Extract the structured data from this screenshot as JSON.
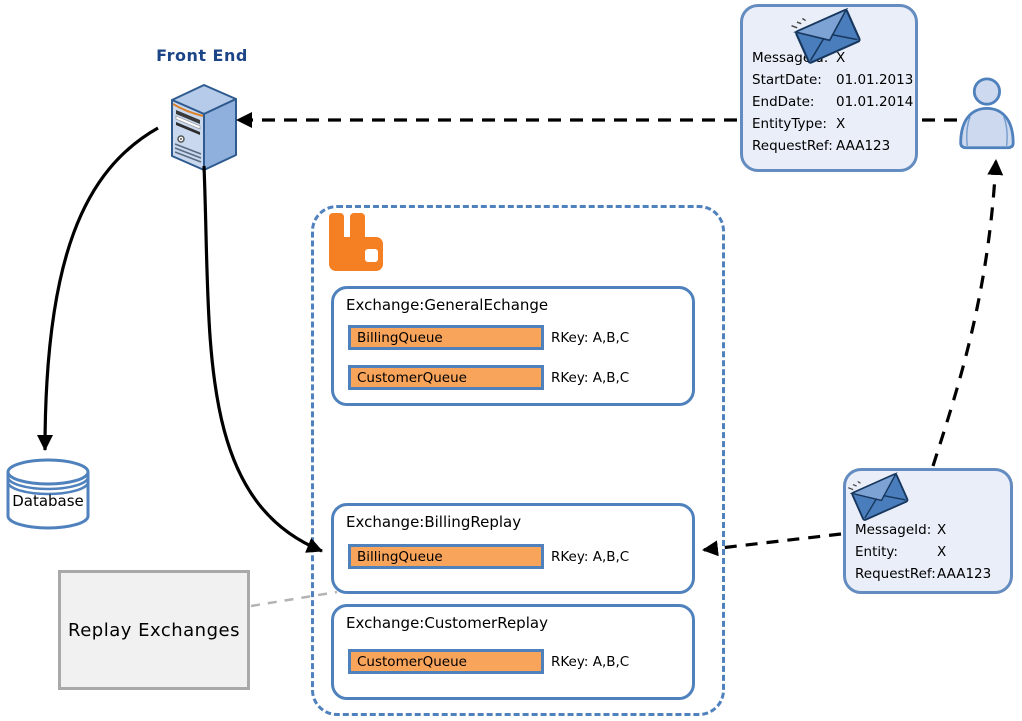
{
  "front_end": {
    "label": "Front End"
  },
  "database": {
    "label": "Database"
  },
  "replay_note": {
    "label": "Replay Exchanges"
  },
  "request_message": {
    "fields": [
      {
        "key": "MessageId:",
        "value": "X"
      },
      {
        "key": "StartDate:",
        "value": "01.01.2013"
      },
      {
        "key": "EndDate:",
        "value": "01.01.2014"
      },
      {
        "key": "EntityType:",
        "value": "X"
      },
      {
        "key": "RequestRef:",
        "value": "AAA123"
      }
    ]
  },
  "replay_message": {
    "fields": [
      {
        "key": "MessageId:",
        "value": "X"
      },
      {
        "key": "Entity:",
        "value": "X"
      },
      {
        "key": "RequestRef:",
        "value": "AAA123"
      }
    ]
  },
  "broker": {
    "exchanges": [
      {
        "title": "Exchange:GeneralEchange",
        "queues": [
          {
            "name": "BillingQueue",
            "rkey": "RKey: A,B,C"
          },
          {
            "name": "CustomerQueue",
            "rkey": "RKey: A,B,C"
          }
        ]
      },
      {
        "title": "Exchange:BillingReplay",
        "queues": [
          {
            "name": "BillingQueue",
            "rkey": "RKey: A,B,C"
          }
        ]
      },
      {
        "title": "Exchange:CustomerReplay",
        "queues": [
          {
            "name": "CustomerQueue",
            "rkey": "RKey: A,B,C"
          }
        ]
      }
    ]
  },
  "icons": {
    "rabbitmq": "rabbitmq-logo",
    "envelope": "message-envelope",
    "user": "person-silhouette",
    "server": "server-tower",
    "database": "database-cylinder"
  },
  "colors": {
    "accent_blue": "#4f81bd",
    "box_border_blue": "#648cc0",
    "dark_blue_text": "#1c4587",
    "light_blue_fill": "#e9eef8",
    "queue_orange": "#f9a45b",
    "rabbitmq_orange": "#f57f23",
    "note_gray_fill": "#f1f1f1",
    "note_gray_border": "#a9a9a9"
  }
}
